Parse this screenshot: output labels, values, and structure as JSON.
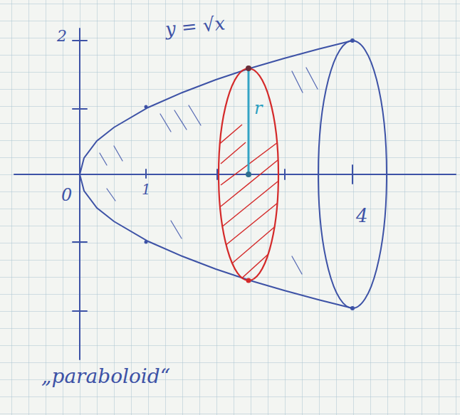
{
  "diagram": {
    "labels": [
      "2",
      "y = √x",
      "r",
      "0",
      "1",
      "4",
      "„paraboloid“"
    ]
  }
}
